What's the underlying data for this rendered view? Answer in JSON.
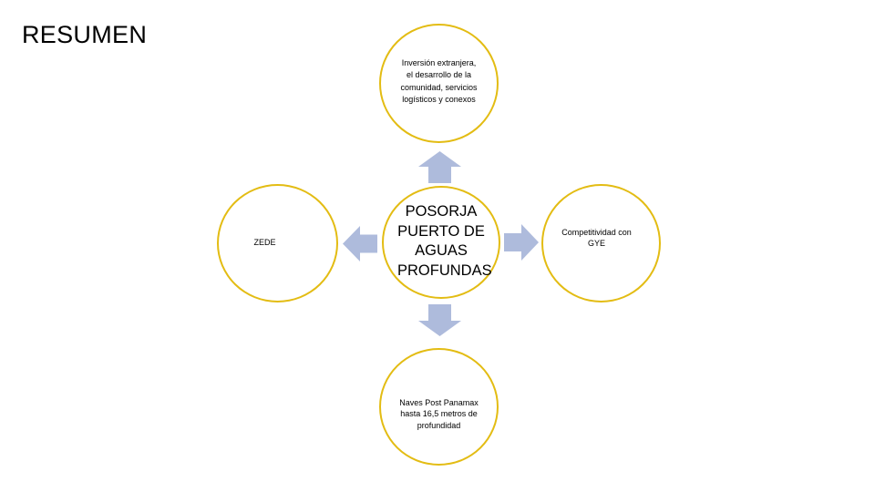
{
  "page": {
    "title": "RESUMEN",
    "background_color": "#ffffff",
    "circle_stroke_color": "#e3bc13",
    "arrow_fill_color": "#aebbdc",
    "text_color": "#000000"
  },
  "diagram": {
    "type": "hub-and-spoke",
    "center": {
      "id": "node-center",
      "label": "POSORJA PUERTO DE AGUAS PROFUNDAS"
    },
    "nodes": [
      {
        "id": "node-top",
        "position": "top",
        "label": "Inversión extranjera, el desarrollo de la comunidad, servicios logísticos y conexos"
      },
      {
        "id": "node-left",
        "position": "left",
        "label": "ZEDE"
      },
      {
        "id": "node-right",
        "position": "right",
        "label": "Competitividad con GYE"
      },
      {
        "id": "node-bottom",
        "position": "bottom",
        "label": "Naves Post Panamax hasta 16,5 metros de profundidad"
      }
    ],
    "connectors": [
      {
        "id": "arrow-up",
        "direction": "up",
        "from": "node-center",
        "to": "node-top",
        "icon": "arrow-up-icon"
      },
      {
        "id": "arrow-left",
        "direction": "left",
        "from": "node-center",
        "to": "node-left",
        "icon": "arrow-left-icon"
      },
      {
        "id": "arrow-right",
        "direction": "right",
        "from": "node-center",
        "to": "node-right",
        "icon": "arrow-right-icon"
      },
      {
        "id": "arrow-down",
        "direction": "down",
        "from": "node-center",
        "to": "node-bottom",
        "icon": "arrow-down-icon"
      }
    ]
  }
}
